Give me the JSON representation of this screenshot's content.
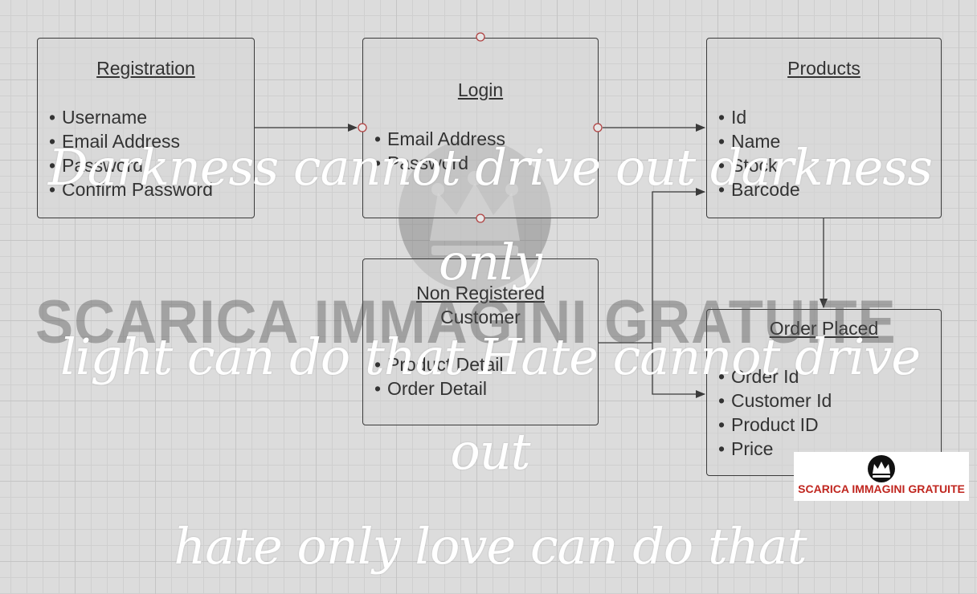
{
  "diagram": {
    "entities": [
      {
        "id": "registration",
        "title": "Registration",
        "items": [
          "Username",
          "Email Address",
          "Password",
          "Confirm Password"
        ]
      },
      {
        "id": "login",
        "title": "Login",
        "items": [
          "Email Address",
          "Password"
        ]
      },
      {
        "id": "products",
        "title": "Products",
        "items": [
          "Id",
          "Name",
          "Stock",
          "Barcode"
        ]
      },
      {
        "id": "non-registered",
        "title_line1": "Non Registered",
        "title_line2": "Customer",
        "items": [
          "Product Detail",
          "Order Detail"
        ]
      },
      {
        "id": "order-placed",
        "title": "Order Placed",
        "items": [
          "Order Id",
          "Customer Id",
          "Product ID",
          "Price"
        ]
      }
    ],
    "bullet": "•"
  },
  "watermark": {
    "text": "SCARICA IMMAGINI GRATUITE",
    "crown_icon": "crown-icon"
  },
  "quote": {
    "line1": "Darkness cannot drive out darkness  only",
    "line2": "light can do that Hate cannot drive out",
    "line3": "hate  only love can do that"
  },
  "badge": {
    "text": "SCARICA IMMAGINI GRATUITE",
    "text_color": "#c0261f"
  },
  "colors": {
    "connector": "#3a3a3a",
    "anchor": "#b04040"
  }
}
